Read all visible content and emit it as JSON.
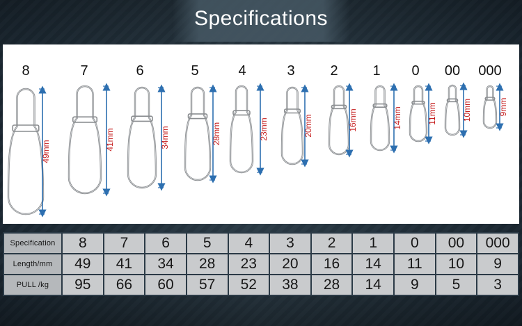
{
  "title": "Specifications",
  "sizes": [
    "8",
    "7",
    "6",
    "5",
    "4",
    "3",
    "2",
    "1",
    "0",
    "00",
    "000"
  ],
  "length_labels": [
    "49mm",
    "41mm",
    "34mm",
    "28mm",
    "23mm",
    "20mm",
    "16mm",
    "14mm",
    "11mm",
    "10mm",
    "9mm"
  ],
  "table": {
    "row_headers": [
      "Specification",
      "Length/mm",
      "PULL /kg"
    ],
    "specification": [
      "8",
      "7",
      "6",
      "5",
      "4",
      "3",
      "2",
      "1",
      "0",
      "00",
      "000"
    ],
    "length_mm": [
      "49",
      "41",
      "34",
      "28",
      "23",
      "20",
      "16",
      "14",
      "11",
      "10",
      "9"
    ],
    "pull_kg": [
      "95",
      "66",
      "60",
      "57",
      "52",
      "38",
      "28",
      "14",
      "9",
      "5",
      "3"
    ]
  },
  "colors": {
    "measure_arrow": "#2d6fb0",
    "length_text": "#c62020",
    "snap_wire": "#8a8d90"
  }
}
